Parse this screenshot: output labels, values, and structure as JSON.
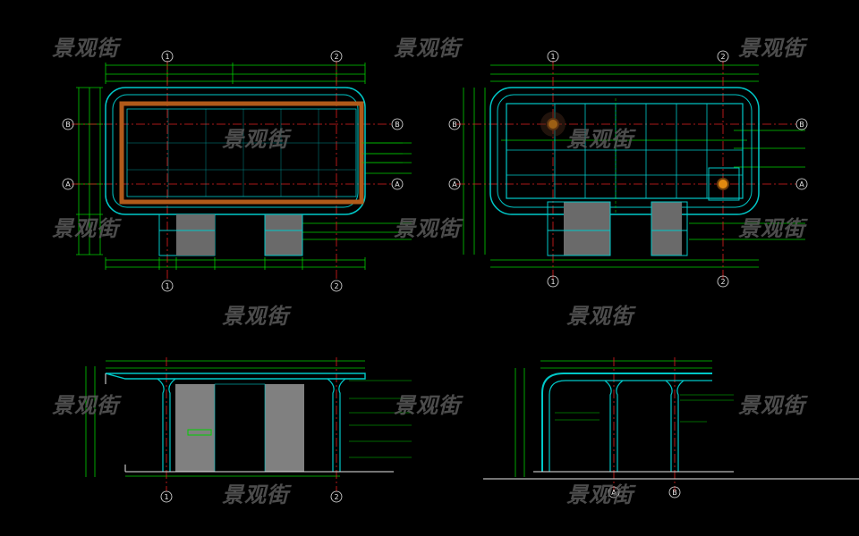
{
  "watermark": "景观街",
  "colors": {
    "background": "#000000",
    "dimension": "#00d000",
    "outline": "#00c8c8",
    "axis": "#e02020",
    "pavement": "#b05a1a",
    "infill": "#808080",
    "white": "#e8e8e8",
    "watermark": "#5a5a5a"
  },
  "grid_axes": {
    "axis_1": "1",
    "axis_2": "2",
    "axis_a": "A",
    "axis_b": "B"
  }
}
